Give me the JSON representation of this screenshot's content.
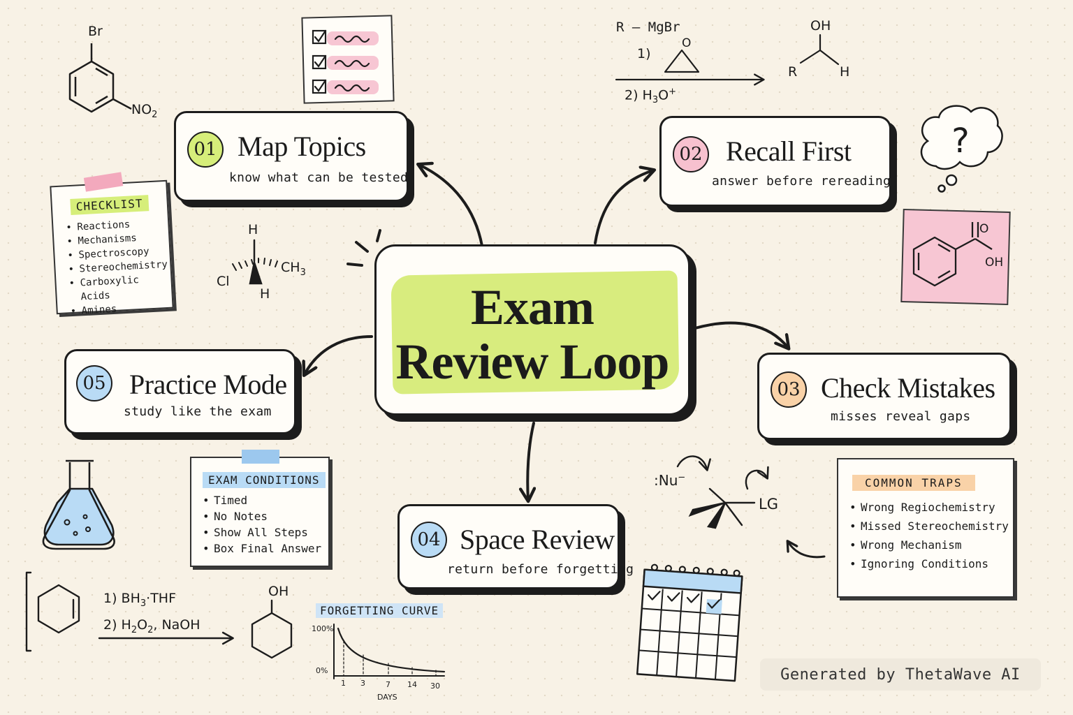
{
  "center": {
    "line1": "Exam",
    "line2": "Review Loop"
  },
  "cards": {
    "map": {
      "num": "01",
      "title": "Map Topics",
      "sub": "know what can be tested",
      "color": "#d6ee7a"
    },
    "recall": {
      "num": "02",
      "title": "Recall First",
      "sub": "answer before rereading",
      "color": "#f7c1cf"
    },
    "check": {
      "num": "03",
      "title": "Check Mistakes",
      "sub": "misses reveal gaps",
      "color": "#f9d2a8"
    },
    "space": {
      "num": "04",
      "title": "Space Review",
      "sub": "return before forgetting",
      "color": "#b9dbf5"
    },
    "practice": {
      "num": "05",
      "title": "Practice Mode",
      "sub": "study like the exam",
      "color": "#b9dbf5"
    }
  },
  "checklist": {
    "title": "CHECKLIST",
    "items": [
      "Reactions",
      "Mechanisms",
      "Spectroscopy",
      "Stereochemistry",
      "Carboxylic Acids",
      "Amines"
    ]
  },
  "exam_conditions": {
    "title": "EXAM CONDITIONS",
    "items": [
      "Timed",
      "No Notes",
      "Show All Steps",
      "Box Final Answer"
    ]
  },
  "common_traps": {
    "title": "COMMON TRAPS",
    "items": [
      "Wrong Regiochemistry",
      "Missed Stereochemistry",
      "Wrong Mechanism",
      "Ignoring Conditions"
    ]
  },
  "forgetting_curve": {
    "title": "FORGETTING CURVE",
    "y_labels": [
      "100%",
      "0%"
    ],
    "x_ticks": [
      "1",
      "3",
      "7",
      "14",
      "30"
    ],
    "x_label": "DAYS"
  },
  "chem": {
    "bromo": {
      "br": "Br",
      "no2": "NO",
      "no2_sub": "2"
    },
    "grignard": {
      "reagent": "R – MgBr",
      "step1": "1)",
      "epoxide_o": "O",
      "step2": "2) H",
      "step2_sub": "3",
      "step2_tail": "O",
      "step2_sup": "+"
    },
    "alcohol": {
      "oh": "OH",
      "r": "R",
      "h": "H"
    },
    "stereo": {
      "h_top": "H",
      "cl": "Cl",
      "ch3": "CH",
      "ch3_sub": "3",
      "h_bottom": "H"
    },
    "benzoic": {
      "o": "O",
      "oh": "OH"
    },
    "sn2": {
      "nu": ":Nu",
      "nu_sup": "−",
      "lg": "LG"
    },
    "hydroboration": {
      "step1": "1) BH",
      "step1_sub": "3",
      "step1_tail": "·THF",
      "step2": "2) H",
      "step2_sub1": "2",
      "step2_mid": "O",
      "step2_sub2": "2",
      "step2_tail": ", NaOH",
      "oh": "OH"
    }
  },
  "watermark": "Generated by ThetaWave AI"
}
